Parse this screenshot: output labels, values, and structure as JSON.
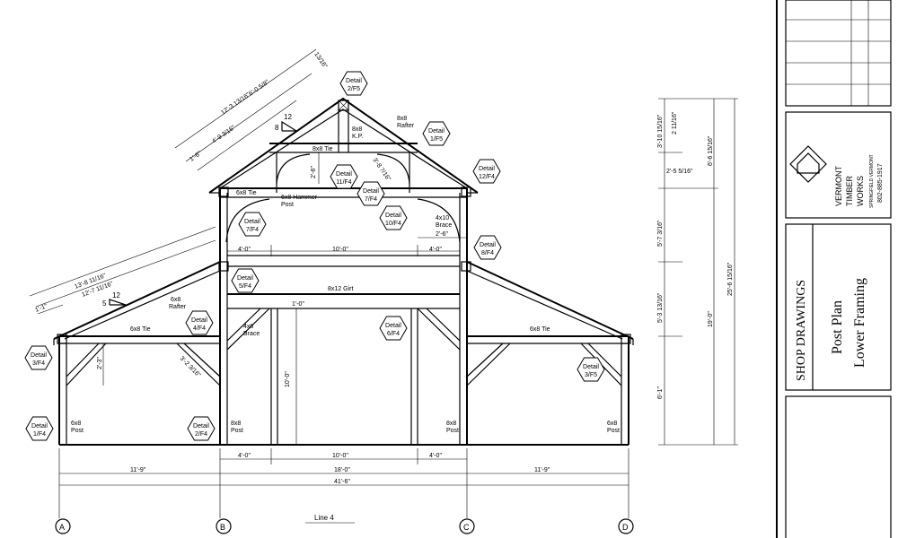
{
  "drawing": {
    "line_label": "Line 4",
    "gridlines": [
      "A",
      "B",
      "C",
      "D"
    ]
  },
  "details": [
    {
      "l1": "Detail",
      "l2": "2/F5"
    },
    {
      "l1": "Detail",
      "l2": "1/F5"
    },
    {
      "l1": "Detail",
      "l2": "11/F4"
    },
    {
      "l1": "Detail",
      "l2": "7/F4"
    },
    {
      "l1": "Detail",
      "l2": "10/F4"
    },
    {
      "l1": "Detail",
      "l2": "12/F4"
    },
    {
      "l1": "Detail",
      "l2": "7/F4"
    },
    {
      "l1": "Detail",
      "l2": "8/F4"
    },
    {
      "l1": "Detail",
      "l2": "5/F4"
    },
    {
      "l1": "Detail",
      "l2": "4/F4"
    },
    {
      "l1": "Detail",
      "l2": "6/F4"
    },
    {
      "l1": "Detail",
      "l2": "3/F4"
    },
    {
      "l1": "Detail",
      "l2": "3/F5"
    },
    {
      "l1": "Detail",
      "l2": "1/F4"
    },
    {
      "l1": "Detail",
      "l2": "2/F4"
    }
  ],
  "members": {
    "rafter_upper_l1": "8x8",
    "rafter_upper_l2": "Rafter",
    "kp_l1": "8x8",
    "kp_l2": "K.P.",
    "tie_upper": "8x8 Tie",
    "tie_6x8_upper": "6x8 Tie",
    "hammer_post_l1": "6x8 Hammer",
    "hammer_post_l2": "Post",
    "brace_4x10_l1": "4x10",
    "brace_4x10_l2": "Brace",
    "girt": "8x12 Girt",
    "rafter_lower_l1": "6x8",
    "rafter_lower_l2": "Rafter",
    "tie_left": "6x8 Tie",
    "tie_right": "6x8 Tie",
    "brace_4x6_l1": "4x6",
    "brace_4x6_l2": "Brace",
    "post_6x8": "6x8",
    "post_8x8": "8x8",
    "post_word": "Post"
  },
  "dimensions": {
    "roof_a": "13/16\"",
    "roof_b": "6'-0 5/8\"",
    "roof_c": "12'-3 13/16\"",
    "roof_d": "4'-9 3/16\"",
    "roof_e": "1'-6\"",
    "pitch_12": "12",
    "pitch_8": "8",
    "pitch_lower_12": "12",
    "pitch_lower_5": "5",
    "low_a": "13'-8 11/16\"",
    "low_b": "12'-7 11/16\"",
    "low_c": "1'-1\"",
    "v_2_6": "2'-6\"",
    "v_3_8": "3'-8 7/16\"",
    "v_2_6b": "2'-6\"",
    "h_4_0_l": "4'-0\"",
    "h_10_0": "10'-0\"",
    "h_4_0_r": "4'-0\"",
    "h_1_0": "1'-0\"",
    "v_10_0": "10'-0\"",
    "v_2_3": "2'-3\"",
    "diag_3_2": "3'-2 3/16\"",
    "r1": "3'-10 15/16\"",
    "r1b": "2 11/16\"",
    "r2": "2'-5 5/16\"",
    "r3": "5'-7 3/16\"",
    "r4": "5'-3 13/16\"",
    "r5": "6'-1\"",
    "r_mid": "6'-6 15/16\"",
    "r_19": "19'-0\"",
    "r_total": "25'-6 15/16\"",
    "b_4_0_l": "4'-0\"",
    "b_10_0": "10'-0\"",
    "b_4_0_r": "4'-0\"",
    "b_11_9_l": "11'-9\"",
    "b_18_0": "18'-0\"",
    "b_11_9_r": "11'-9\"",
    "b_41_6": "41'-6\""
  },
  "title_block": {
    "company_1": "VERMONT",
    "company_2": "TIMBER",
    "company_3": "WORKS",
    "address": "SPRINGFIELD VERMONT",
    "phone": "802-885-1917",
    "section": "SHOP DRAWINGS",
    "title_1": "Post Plan",
    "title_2": "Lower Framing"
  }
}
